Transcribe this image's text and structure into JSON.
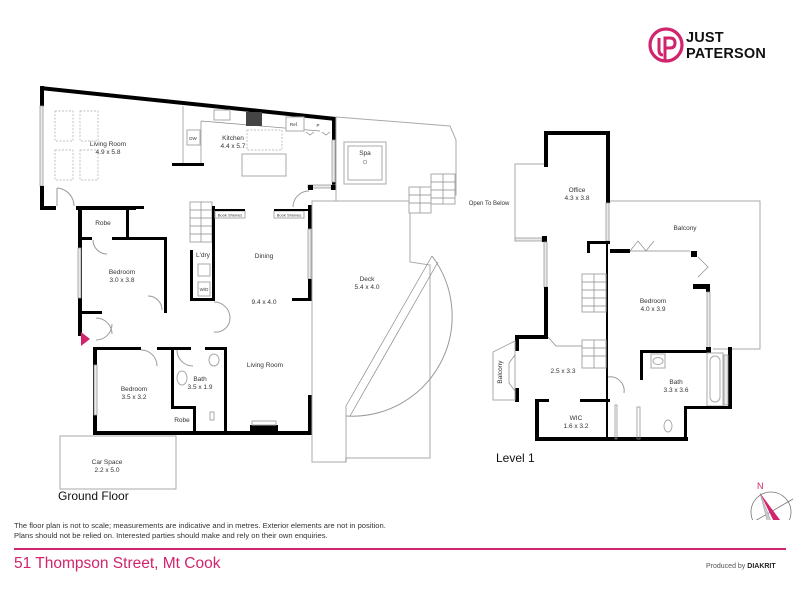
{
  "brand": {
    "name_line1": "JUST",
    "name_line2": "PATERSON",
    "accent_color": "#d0246d"
  },
  "floors": {
    "ground": {
      "label": "Ground Floor",
      "rooms": [
        {
          "name": "Living Room",
          "dims": "4.9 x 5.8"
        },
        {
          "name": "Kitchen",
          "dims": "4.4 x 5.7"
        },
        {
          "name": "Spa",
          "dims": ""
        },
        {
          "name": "Robe",
          "dims": ""
        },
        {
          "name": "Bedroom",
          "dims": "3.0 x 3.8"
        },
        {
          "name": "L'dry",
          "dims": ""
        },
        {
          "name": "Dining",
          "dims": "9.4 x 4.0"
        },
        {
          "name": "Deck",
          "dims": "5.4 x 4.0"
        },
        {
          "name": "Bedroom",
          "dims": "3.5 x 3.2"
        },
        {
          "name": "Bath",
          "dims": "3.5 x 1.9"
        },
        {
          "name": "Living Room",
          "dims": ""
        },
        {
          "name": "Robe",
          "dims": ""
        },
        {
          "name": "Car Space",
          "dims": "2.2 x 5.0"
        }
      ],
      "fixtures": {
        "dw": "DW",
        "ref": "Ref.",
        "pantry": "P",
        "wd": "W/D",
        "book_shelves_1": "Book Shelves",
        "book_shelves_2": "Book Shelves"
      }
    },
    "level1": {
      "label": "Level 1",
      "open_to_below": "Open To Below",
      "rooms": [
        {
          "name": "Office",
          "dims": "4.3 x 3.8"
        },
        {
          "name": "Balcony",
          "dims": ""
        },
        {
          "name": "Bedroom",
          "dims": "4.0 x 3.9"
        },
        {
          "name": "Balcony",
          "dims": ""
        },
        {
          "name": "",
          "dims": "2.5 x 3.3"
        },
        {
          "name": "Bath",
          "dims": "3.3 x 3.6"
        },
        {
          "name": "WIC",
          "dims": "1.6 x 3.2"
        }
      ]
    }
  },
  "compass": {
    "north_label": "N"
  },
  "footer": {
    "disclaimer_line1": "The floor plan is not to scale; measurements are indicative and in metres. Exterior elements are not in position.",
    "disclaimer_line2": "Plans should not be relied on. Interested parties should make and rely on their own enquiries.",
    "address": "51 Thompson Street, Mt Cook",
    "produced_by_prefix": "Produced by",
    "produced_by_company": "DIAKRIT"
  }
}
